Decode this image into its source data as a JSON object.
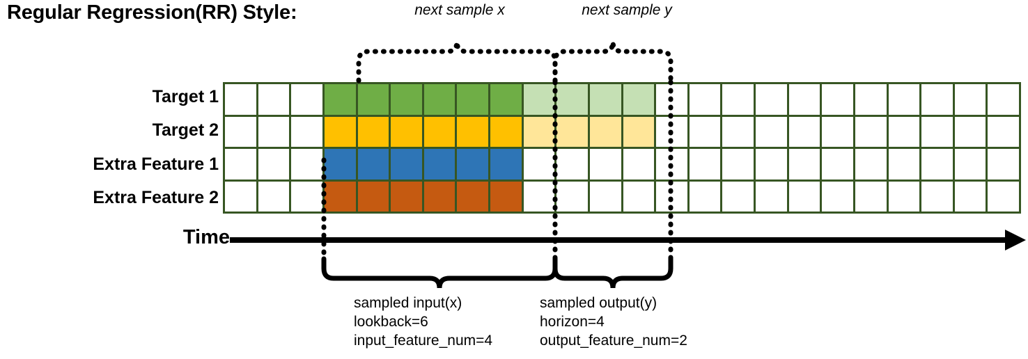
{
  "title": "Regular Regression(RR) Style:",
  "rows": [
    {
      "label": "Target 1",
      "name": "target-1"
    },
    {
      "label": "Target 2",
      "name": "target-2"
    },
    {
      "label": "Extra Feature 1",
      "name": "extra-feature-1"
    },
    {
      "label": "Extra Feature 2",
      "name": "extra-feature-2"
    }
  ],
  "grid": {
    "columns": 24,
    "rows": 4,
    "border_color": "#375623",
    "input_start_col": 4,
    "input_end_col": 9,
    "output_start_col": 10,
    "output_end_col": 13,
    "fills": [
      [
        "",
        "",
        "",
        "green",
        "green",
        "green",
        "green",
        "green",
        "green",
        "lightgreen",
        "lightgreen",
        "lightgreen",
        "lightgreen",
        "",
        "",
        "",
        "",
        "",
        "",
        "",
        "",
        "",
        "",
        ""
      ],
      [
        "",
        "",
        "",
        "yellow",
        "yellow",
        "yellow",
        "yellow",
        "yellow",
        "yellow",
        "lightyellow",
        "lightyellow",
        "lightyellow",
        "lightyellow",
        "",
        "",
        "",
        "",
        "",
        "",
        "",
        "",
        "",
        "",
        ""
      ],
      [
        "",
        "",
        "",
        "blue",
        "blue",
        "blue",
        "blue",
        "blue",
        "blue",
        "",
        "",
        "",
        "",
        "",
        "",
        "",
        "",
        "",
        "",
        "",
        "",
        "",
        "",
        ""
      ],
      [
        "",
        "",
        "",
        "orange",
        "orange",
        "orange",
        "orange",
        "orange",
        "orange",
        "",
        "",
        "",
        "",
        "",
        "",
        "",
        "",
        "",
        "",
        "",
        "",
        "",
        "",
        ""
      ]
    ],
    "colors": {
      "green": "#6FAE46",
      "lightgreen": "#C5E0B4",
      "yellow": "#FFC000",
      "lightyellow": "#FFE699",
      "blue": "#2E75B6",
      "orange": "#C55A11",
      "empty": "#ffffff"
    }
  },
  "top_braces": [
    {
      "caption": "next sample x",
      "name": "next-sample-x"
    },
    {
      "caption": "next sample y",
      "name": "next-sample-y"
    }
  ],
  "time_axis": {
    "label": "Time"
  },
  "bottom_notes": [
    {
      "name": "sampled-input",
      "line1": "sampled input(x)",
      "line2": "lookback=6",
      "line3": "input_feature_num=4"
    },
    {
      "name": "sampled-output",
      "line1": "sampled output(y)",
      "line2": "horizon=4",
      "line3": "output_feature_num=2"
    }
  ]
}
